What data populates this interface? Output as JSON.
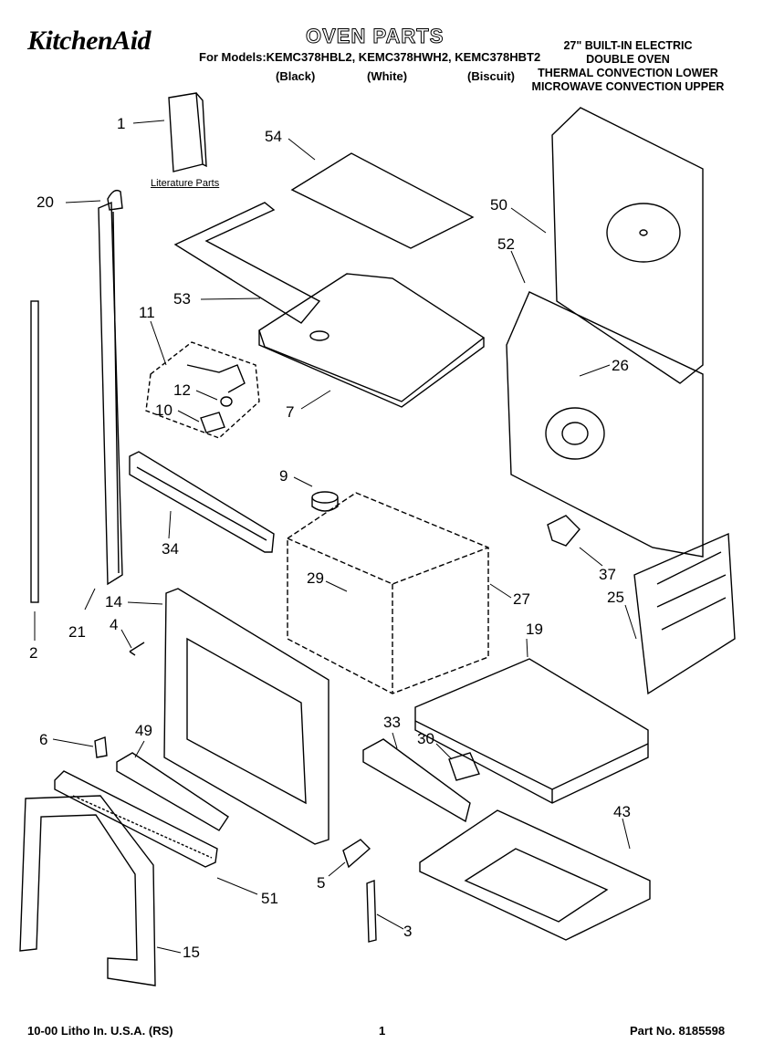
{
  "header": {
    "brand": "KitchenAid",
    "title": "OVEN PARTS",
    "models": "For Models:KEMC378HBL2, KEMC378HWH2, KEMC378HBT2",
    "colors": [
      "(Black)",
      "(White)",
      "(Biscuit)"
    ],
    "description": [
      "27\" BUILT-IN ELECTRIC",
      "DOUBLE OVEN",
      "THERMAL CONVECTION LOWER",
      "MICROWAVE CONVECTION UPPER"
    ]
  },
  "literature_label": "Literature Parts",
  "callouts": [
    "1",
    "54",
    "20",
    "50",
    "52",
    "53",
    "11",
    "26",
    "12",
    "10",
    "7",
    "9",
    "34",
    "37",
    "29",
    "27",
    "25",
    "14",
    "4",
    "21",
    "2",
    "19",
    "33",
    "30",
    "6",
    "49",
    "43",
    "5",
    "51",
    "3",
    "15"
  ],
  "footer": {
    "left": "10-00 Litho In. U.S.A. (RS)",
    "page": "1",
    "part": "Part No. 8185598"
  }
}
